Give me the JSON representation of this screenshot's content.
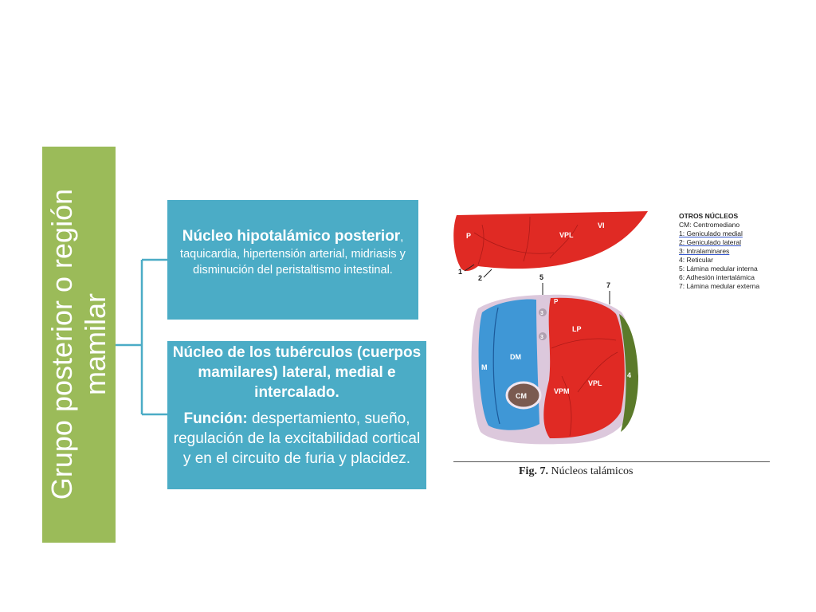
{
  "sidebar": {
    "title": "Grupo posterior o región mamilar",
    "color": "#9bbb59"
  },
  "boxes": {
    "color": "#4bacc6",
    "box1": {
      "title": "Núcleo hipotalámico posterior",
      "title_suffix": ",",
      "body": "taquicardia, hipertensión arterial, midriasis y disminución del peristaltismo intestinal."
    },
    "box2": {
      "title": "Núcleo de los tubérculos (cuerpos mamilares) lateral, medial e intercalado.",
      "function_label": "Función:",
      "function_text": " despertamiento, sueño, regulación de la excitabilidad cortical y en el circuito de furia y placidez."
    }
  },
  "figure": {
    "legend_title": "OTROS NÚCLEOS",
    "legend_items": [
      "CM: Centromediano",
      "1: Geniculado medial",
      "2: Geniculado lateral",
      "3: Intralaminares",
      "4: Reticular",
      "5: Lámina medular interna",
      "6: Adhesión intertalámica",
      "7: Lámina medular externa"
    ],
    "labels": {
      "p_top": "P",
      "vpl_top": "VPL",
      "vl": "VI",
      "n1": "1",
      "n2": "2",
      "n5": "5",
      "n7": "7",
      "p_small": "P",
      "n3a": "3",
      "n3b": "3",
      "lp": "LP",
      "dm": "DM",
      "m": "M",
      "vpl": "VPL",
      "vpm": "VPM",
      "cm": "CM",
      "n4": "4"
    },
    "caption_label": "Fig. 7.",
    "caption_text": " Núcleos talámicos",
    "colors": {
      "red": "#e02a24",
      "blue": "#3f97d6",
      "green": "#5b7a2a",
      "brown": "#7a5a50",
      "lilac": "#dcc8dc"
    }
  }
}
